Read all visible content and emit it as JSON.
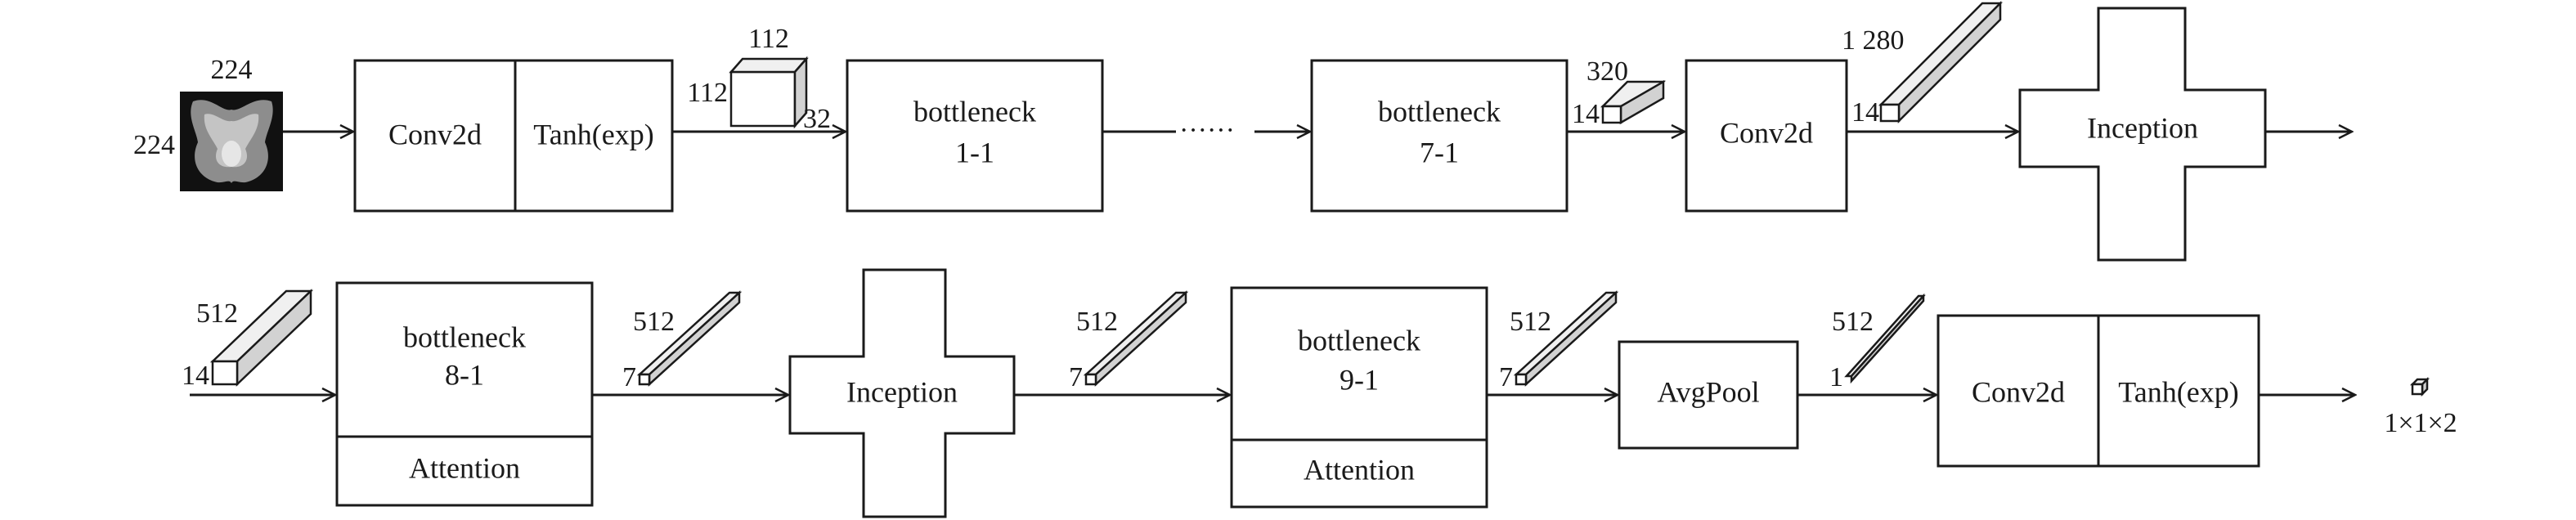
{
  "input": {
    "height": "224",
    "width": "224"
  },
  "row1": {
    "conv2d": "Conv2d",
    "tanh": "Tanh(exp)",
    "t1": {
      "depth": "112",
      "height": "112",
      "channels": "32"
    },
    "bottleneck_1_1": {
      "line1": "bottleneck",
      "line2": "1-1"
    },
    "ellipsis": "······",
    "bottleneck_7_1": {
      "line1": "bottleneck",
      "line2": "7-1"
    },
    "t2": {
      "channels": "320",
      "size": "14"
    },
    "conv2d_b": "Conv2d",
    "t3": {
      "channels": "1 280",
      "size": "14"
    },
    "inception": "Inception"
  },
  "row2": {
    "t4": {
      "channels": "512",
      "size": "14"
    },
    "bottleneck_8_1": {
      "line1": "bottleneck",
      "line2": "8-1",
      "attention": "Attention"
    },
    "t5": {
      "channels": "512",
      "size": "7"
    },
    "inception": "Inception",
    "t6": {
      "channels": "512",
      "size": "7"
    },
    "bottleneck_9_1": {
      "line1": "bottleneck",
      "line2": "9-1",
      "attention": "Attention"
    },
    "t7": {
      "channels": "512",
      "size": "7"
    },
    "avgpool": "AvgPool",
    "t8": {
      "channels": "512",
      "size": "1"
    },
    "conv2d": "Conv2d",
    "tanh": "Tanh(exp)",
    "output": "1×1×2"
  }
}
